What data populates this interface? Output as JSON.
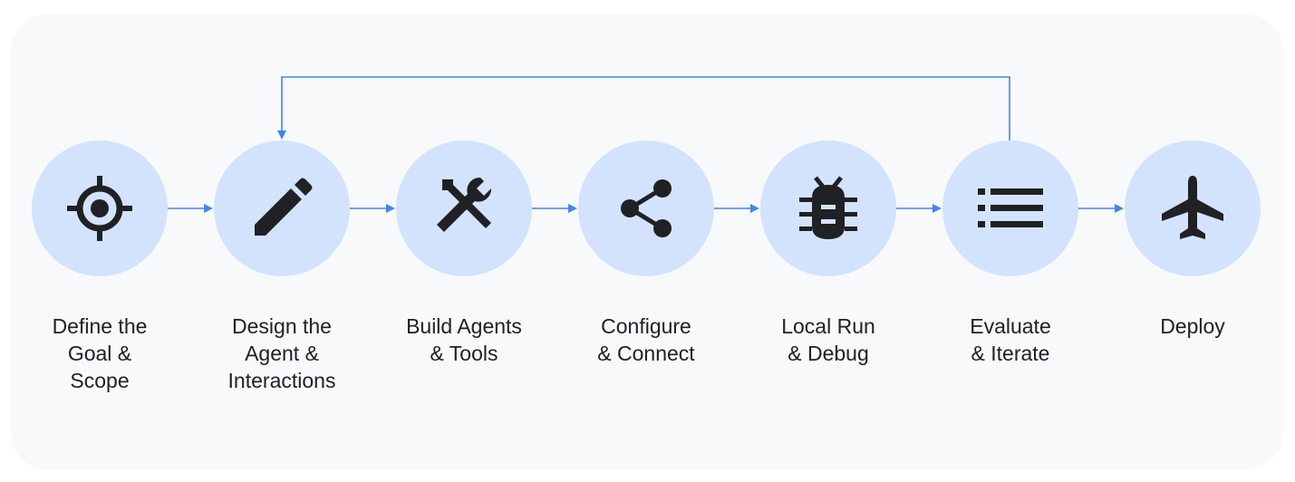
{
  "colors": {
    "panel": "#f8f9fa",
    "circle": "#d3e3fd",
    "arrow": "#4285f4",
    "icon": "#202124",
    "text": "#202124"
  },
  "steps": [
    {
      "label": "Define the\nGoal &\nScope",
      "icon": "target-icon"
    },
    {
      "label": "Design the\nAgent &\nInteractions",
      "icon": "pencil-icon"
    },
    {
      "label": "Build Agents\n& Tools",
      "icon": "tools-icon"
    },
    {
      "label": "Configure\n& Connect",
      "icon": "share-icon"
    },
    {
      "label": "Local Run\n& Debug",
      "icon": "bug-icon"
    },
    {
      "label": "Evaluate\n& Iterate",
      "icon": "list-icon"
    },
    {
      "label": "Deploy",
      "icon": "airplane-icon"
    }
  ],
  "feedback_loop": {
    "from_step": 6,
    "to_step": 2
  }
}
